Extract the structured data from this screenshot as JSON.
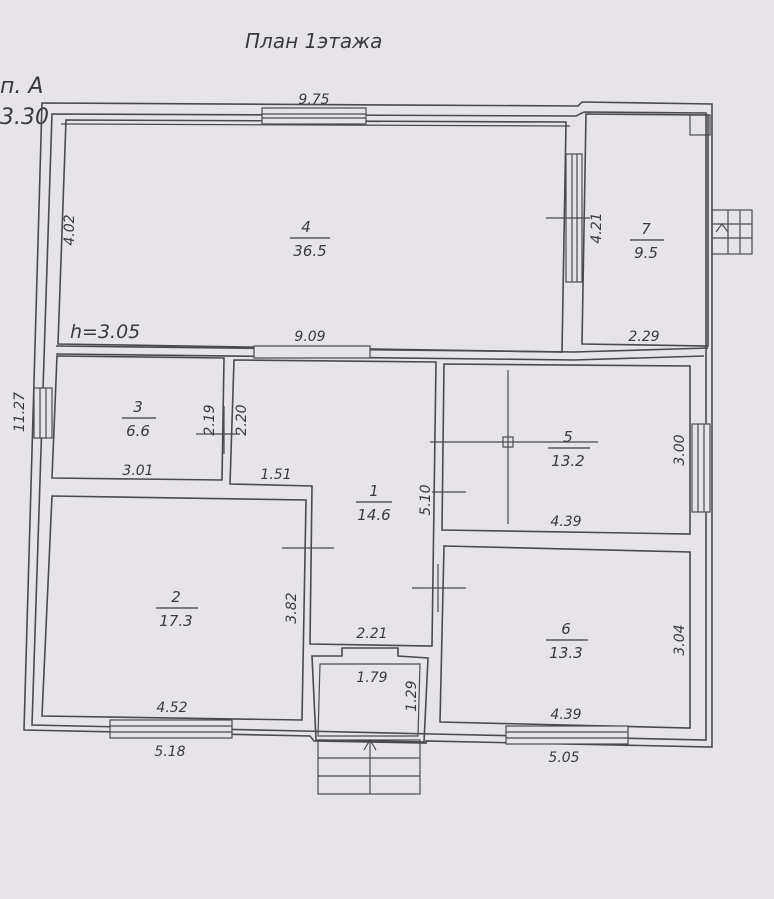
{
  "title": "План 1этажа",
  "axis_mark": "п. А",
  "level_mark": "3.30",
  "height_note": "h=3.05",
  "rooms": [
    {
      "id": "4",
      "area": "36.5"
    },
    {
      "id": "7",
      "area": "9.5"
    },
    {
      "id": "3",
      "area": "6.6"
    },
    {
      "id": "1",
      "area": "14.6"
    },
    {
      "id": "5",
      "area": "13.2"
    },
    {
      "id": "2",
      "area": "17.3"
    },
    {
      "id": "6",
      "area": "13.3"
    }
  ],
  "dimensions": {
    "top_overall": "9.75",
    "left_top": "4.02",
    "left_overall": "11.27",
    "room4_right": "4.21",
    "room7_bottom": "2.29",
    "mid_wall": "9.09",
    "room3_h1": "2.19",
    "room3_h2": "2.20",
    "room3_w": "3.01",
    "corridor_w": "1.51",
    "room1_h": "5.10",
    "room5_h": "3.00",
    "room5_w": "4.39",
    "room2_h": "3.82",
    "entry_w1": "2.21",
    "entry_w2": "1.79",
    "entry_h": "1.29",
    "room6_h": "3.04",
    "room2_w": "4.52",
    "room6_w": "4.39",
    "bottom_left": "5.18",
    "bottom_right": "5.05"
  }
}
